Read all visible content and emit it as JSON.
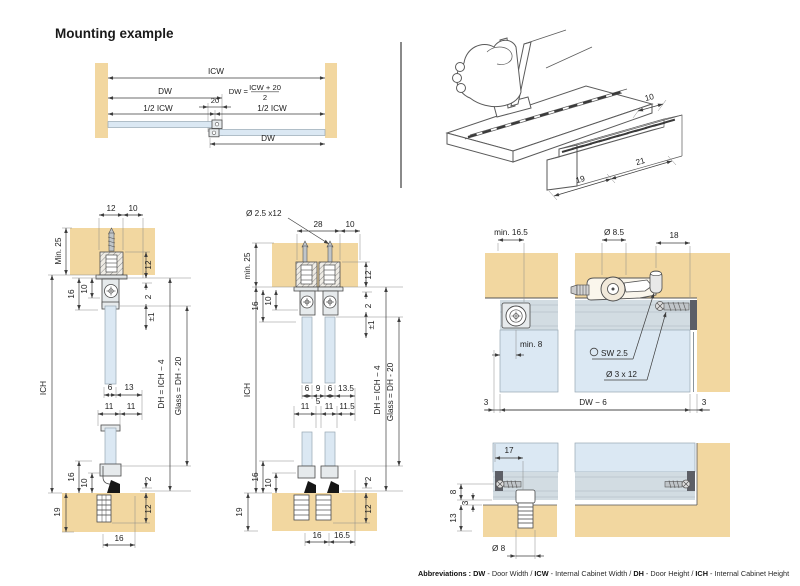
{
  "title": "Mounting example",
  "plan_view": {
    "icw": "ICW",
    "dw_top": "DW",
    "overlap": "20",
    "half_icw_left": "1/2 ICW",
    "half_icw_right": "1/2 ICW",
    "formula_lhs": "DW =",
    "formula_numerator": "ICW + 20",
    "formula_denominator": "2",
    "dw_bottom": "DW"
  },
  "iso": {
    "d10": "10",
    "d19": "19",
    "d21": "21"
  },
  "left_section": {
    "top_12": "12",
    "top_10": "10",
    "min_25": "Min. 25",
    "upper_16": "16",
    "upper_10": "10",
    "right_12": "12",
    "right_2": "2",
    "adjust": "±1",
    "ich": "ICH",
    "glass_6": "6",
    "glass_13": "13",
    "mid_11_left": "11",
    "mid_11_right": "11",
    "lower_16": "16",
    "lower_10": "10",
    "lower_right_2": "2",
    "lower_right_12": "12",
    "board_19": "19",
    "bottom_16": "16",
    "door_height": "DH = ICH − 4",
    "glass_height": "Glass = DH - 20"
  },
  "middle_section": {
    "screw_callout": "Ø 2.5 x12",
    "top_28": "28",
    "top_10": "10",
    "min_25": "min. 25",
    "upper_16": "16",
    "upper_10": "10",
    "right_12": "12",
    "right_2": "2",
    "adjust": "±1",
    "ich": "ICH",
    "glass_6a": "6",
    "gap_9": "9",
    "glass_6b": "6",
    "offset_13_5": "13.5",
    "mid_11a": "11",
    "mid_5": "5",
    "mid_11b": "11",
    "mid_11_5": "11.5",
    "lower_16": "16",
    "lower_10": "10",
    "lower_right_2": "2",
    "lower_right_12": "12",
    "board_19": "19",
    "bottom_16": "16",
    "bottom_16_5": "16.5",
    "door_height": "DH = ICH − 4",
    "glass_height": "Glass = DH - 20"
  },
  "right_plan": {
    "min_16_5": "min. 16.5",
    "dia_8_5": "Ø 8.5",
    "d18": "18",
    "min_8": "min. 8",
    "sw": "SW 2.5",
    "screw": "Ø 3 x 12",
    "left_3": "3",
    "dw_minus_6": "DW − 6",
    "right_3": "3"
  },
  "right_bottom": {
    "d17": "17",
    "d8": "8",
    "d3": "3",
    "d13": "13",
    "dia_8": "Ø 8"
  },
  "abbreviations": {
    "label": "Abbreviations :",
    "items": [
      {
        "key": "DW",
        "desc": " - Door Width / "
      },
      {
        "key": "ICW",
        "desc": " - Internal Cabinet Width / "
      },
      {
        "key": "DH",
        "desc": " - Door Height / "
      },
      {
        "key": "ICH",
        "desc": " - Internal Cabinet Height"
      }
    ]
  },
  "colors": {
    "panel": "#f2d7a0",
    "glass": "#dbe8f3",
    "rail": "#d2dce2",
    "edge_dark": "#5d5f66",
    "line": "#3d3d3d"
  }
}
